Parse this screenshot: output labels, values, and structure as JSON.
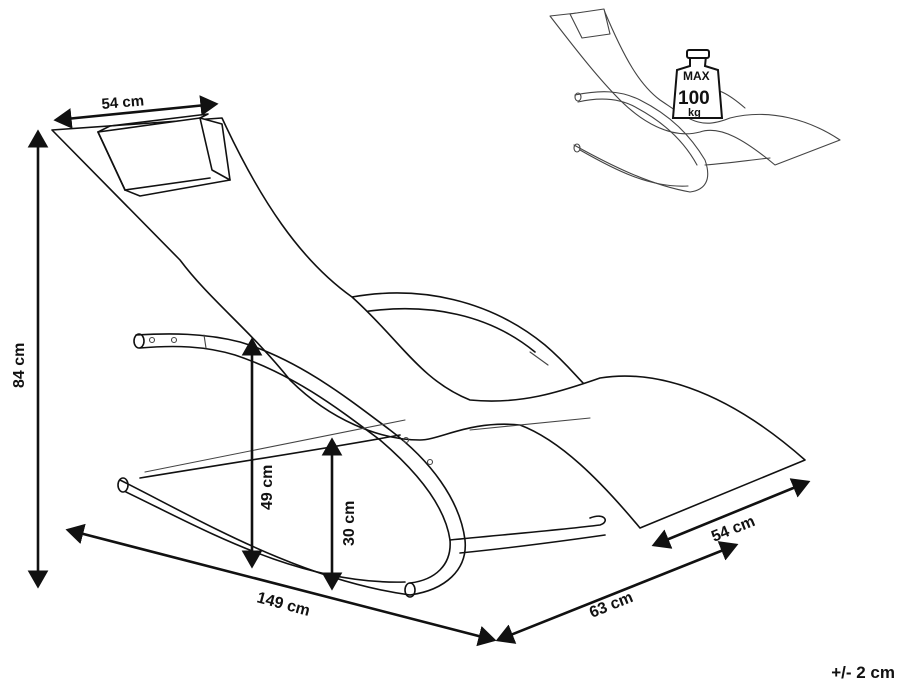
{
  "dimensions": {
    "width_top": "54 cm",
    "height_total": "84 cm",
    "length_total": "149 cm",
    "depth": "63 cm",
    "seat_width": "54 cm",
    "height_armrest": "49 cm",
    "height_seat": "30 cm"
  },
  "badge": {
    "line1": "MAX",
    "line2": "100",
    "line3": "kg"
  },
  "tolerance": "+/- 2 cm"
}
